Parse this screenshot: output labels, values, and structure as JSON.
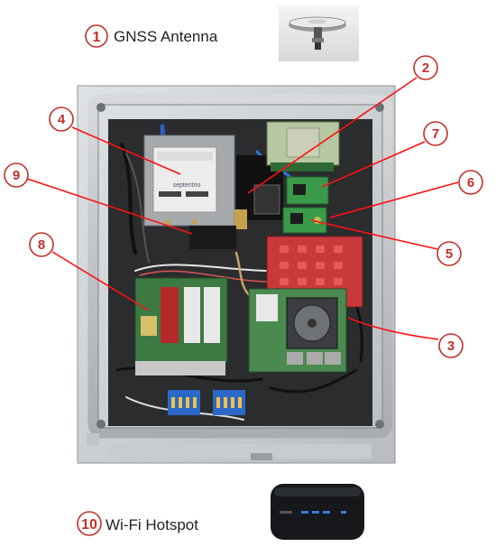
{
  "title_items": [
    {
      "number": "1",
      "label": "GNSS Antenna"
    },
    {
      "number": "10",
      "label": "Wi-Fi Hotspot"
    }
  ],
  "callouts": [
    "2",
    "3",
    "4",
    "5",
    "6",
    "7",
    "8",
    "9"
  ],
  "module_brand": "septentrio",
  "colors": {
    "callout": "#c0312b",
    "pointer": "#ff1010",
    "enclosure": "#b8bcc0"
  }
}
